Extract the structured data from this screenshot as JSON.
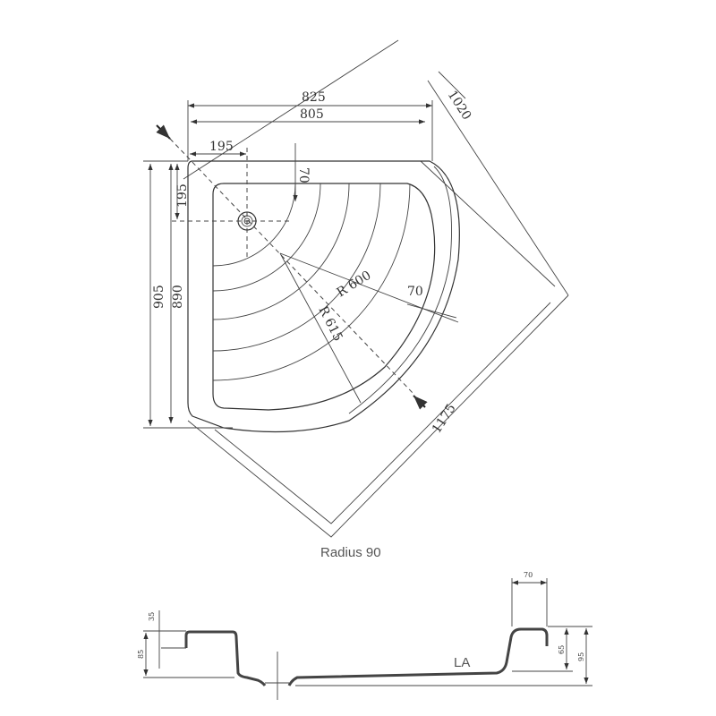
{
  "plan": {
    "dims": {
      "width_outer": "825",
      "width_inner": "805",
      "diag_1020": "1020",
      "diag_1175": "1175",
      "drain_x": "195",
      "drain_y": "195",
      "rim_70_top": "70",
      "depth_outer": "905",
      "depth_inner": "890",
      "radius_600": "R 600",
      "radius_615": "R 615",
      "rim_70_arc": "70"
    },
    "caption": "Radius 90"
  },
  "section": {
    "left_35": "35",
    "left_85": "85",
    "right_70": "70",
    "right_65": "65",
    "right_95": "95",
    "label": "LA"
  }
}
